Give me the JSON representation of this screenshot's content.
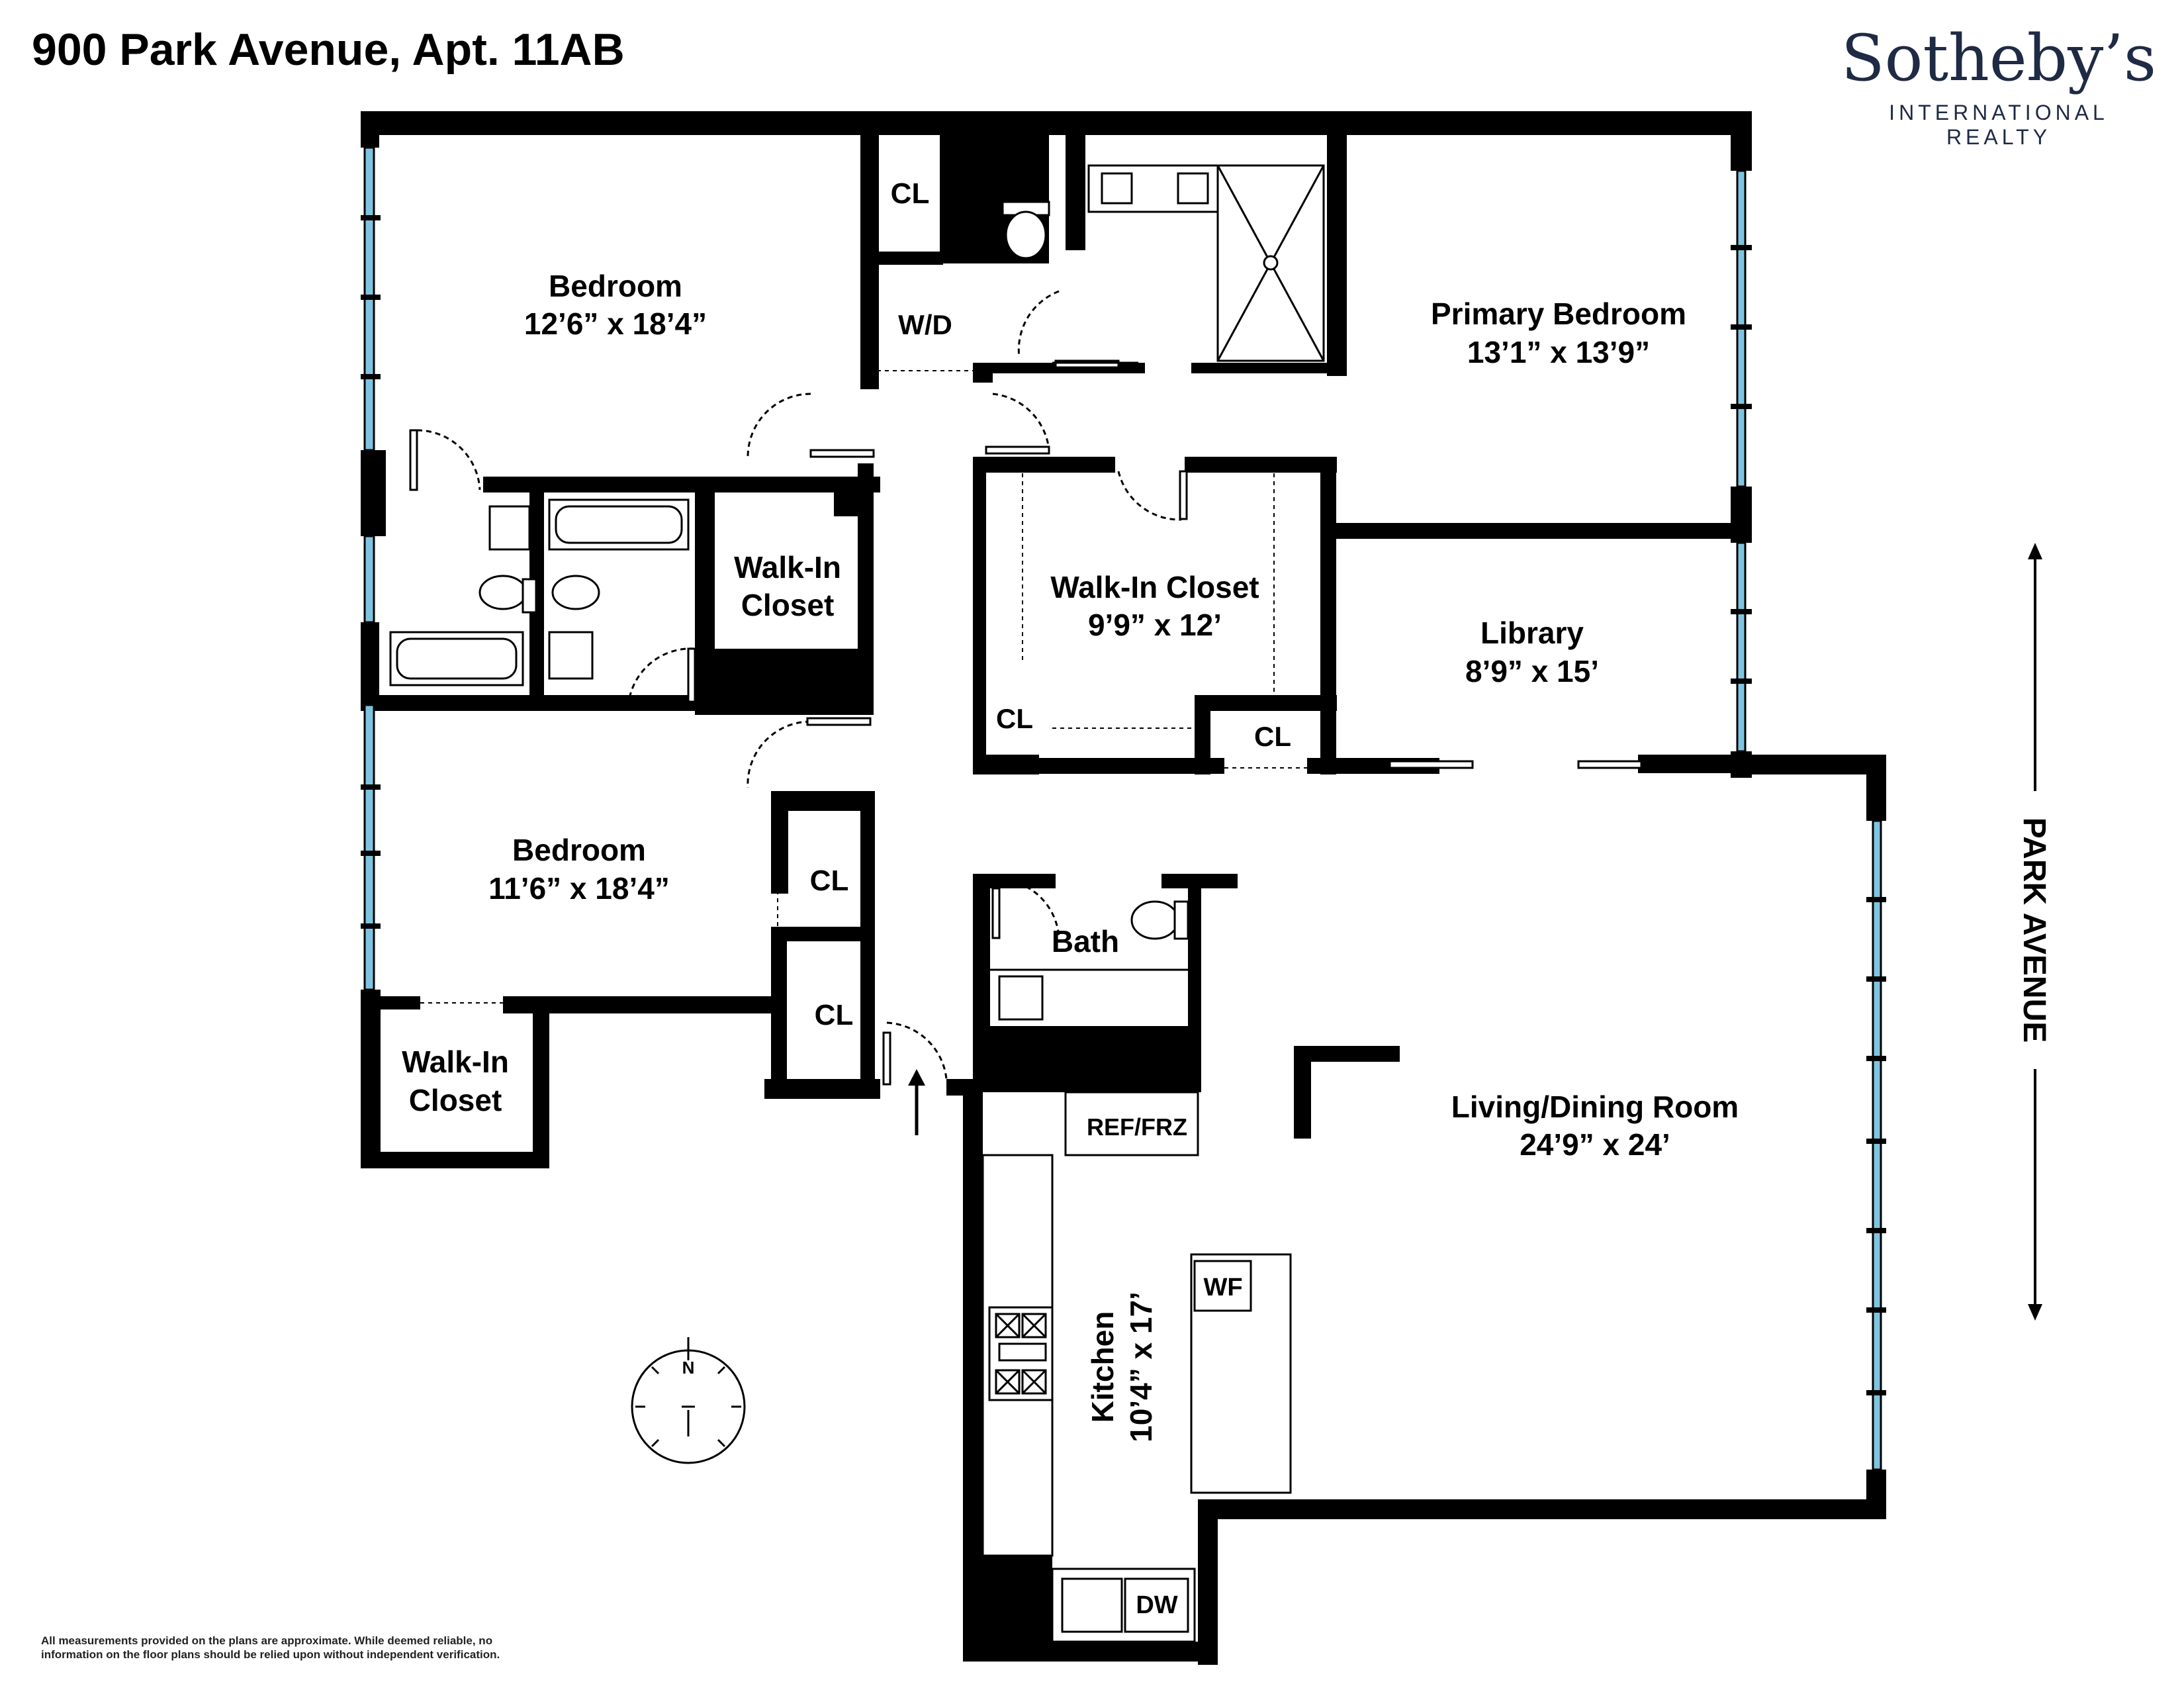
{
  "title": "900 Park Avenue, Apt. 11AB",
  "brand": {
    "name": "Sotheby’s",
    "subtitle": "INTERNATIONAL REALTY"
  },
  "disclaimer": "All measurements provided on the plans are approximate. While deemed reliable, no information on the floor plans should be relied upon without independent verification.",
  "street": "PARK AVENUE",
  "compass": {
    "north": "N",
    "icon": "compass-icon"
  },
  "rooms": {
    "bedroom1": {
      "name": "Bedroom",
      "size": "12’6” x 18’4”"
    },
    "primary_bedroom": {
      "name": "Primary Bedroom",
      "size": "13’1” x 13’9”"
    },
    "walkin_closet_center": {
      "name": "Walk-In Closet",
      "size": "9’9” x 12’"
    },
    "library": {
      "name": "Library",
      "size": "8’9” x 15’"
    },
    "bedroom2": {
      "name": "Bedroom",
      "size": "11’6” x 18’4”"
    },
    "living_dining": {
      "name": "Living/Dining Room",
      "size": "24’9” x 24’"
    },
    "kitchen": {
      "name": "Kitchen",
      "size": "10’4” x 17’"
    },
    "walkin_closet_1_line1": "Walk-In",
    "walkin_closet_1_line2": "Closet",
    "walkin_closet_2_line1": "Walk-In",
    "walkin_closet_2_line2": "Closet",
    "bath": "Bath"
  },
  "fixtures": {
    "cl": "CL",
    "wd": "W/D",
    "ref": "REF/FRZ",
    "wf": "WF",
    "dw": "DW"
  },
  "colors": {
    "wall": "#000000",
    "window": "#7ec4e0",
    "text": "#000000",
    "brand": "#1f2a44"
  }
}
